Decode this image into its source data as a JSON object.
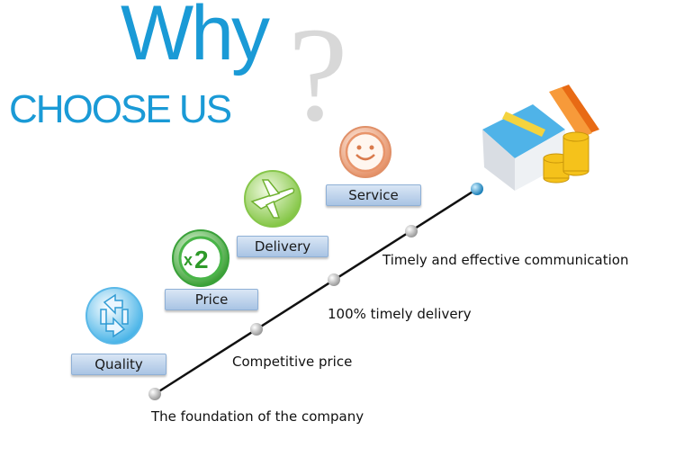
{
  "heading": {
    "why": "Why",
    "choose": "CHOOSE US"
  },
  "steps": [
    {
      "pill": "Quality",
      "caption": "The foundation of the company",
      "icon": "quality-arrows-icon"
    },
    {
      "pill": "Price",
      "caption": "Competitive price",
      "icon": "x2-badge-icon"
    },
    {
      "pill": "Delivery",
      "caption": "100% timely delivery",
      "icon": "airplane-icon"
    },
    {
      "pill": "Service",
      "caption": "Timely and effective communication",
      "icon": "smiley-icon"
    }
  ],
  "top_icon": "house-coins-icon",
  "colors": {
    "brand": "#1a9ad6",
    "question_mark": "#d8d8d8",
    "pill_fill": "#bcd3ee",
    "line": "#111111"
  }
}
